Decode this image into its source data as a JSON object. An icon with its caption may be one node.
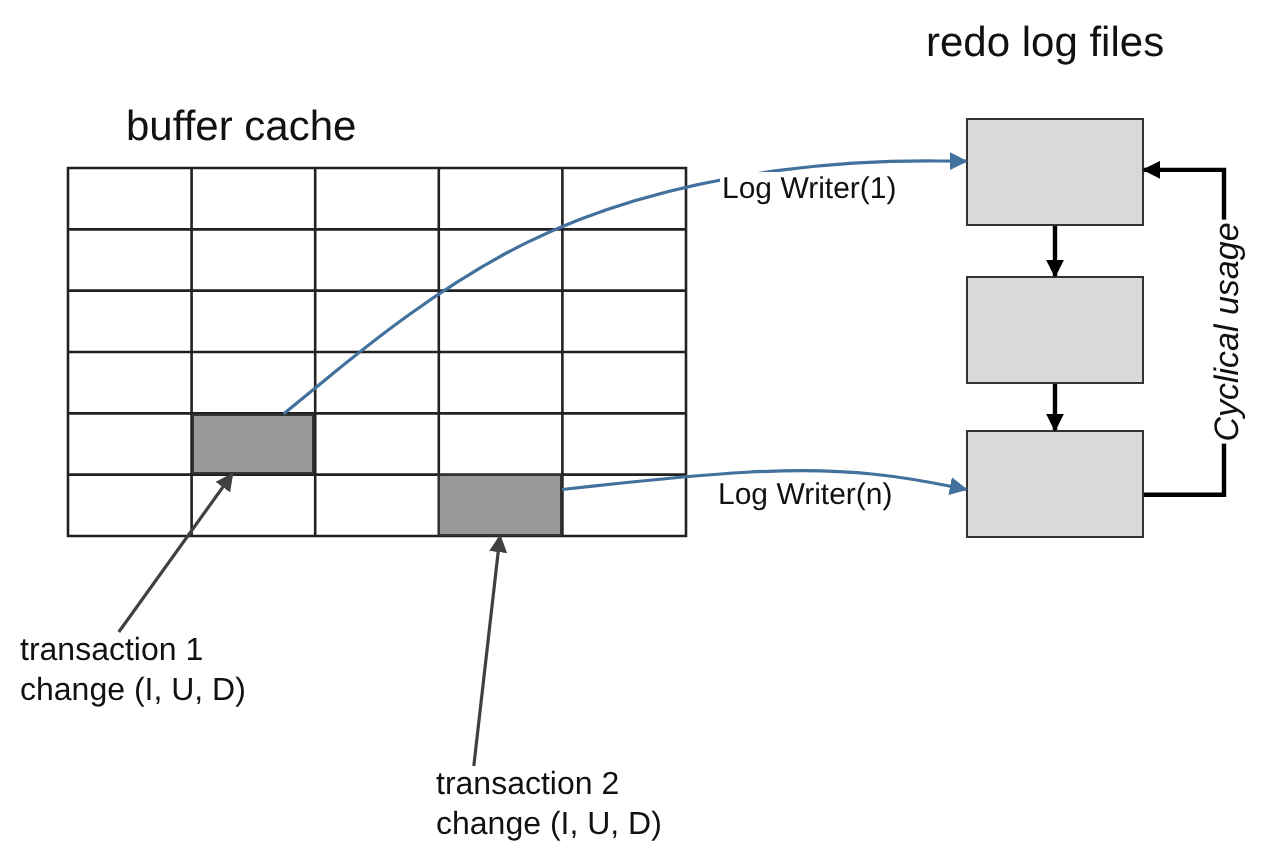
{
  "diagram": {
    "nodes": [
      {
        "text": [
          "buffer cache"
        ]
      },
      {
        "text": [],
        "shape": "box",
        "in": 0
      },
      {
        "text": [],
        "shape": "box",
        "in": 0
      },
      {
        "text": [],
        "shape": "box"
      },
      {
        "text": [],
        "shape": "box"
      },
      {
        "text": [],
        "shape": "box"
      },
      {
        "text": [
          "transaction 1 change (I, U, D)"
        ]
      },
      {
        "text": [
          "transaction 2 change (I, U, D)"
        ]
      }
    ],
    "edges": [
      {
        "from": 1,
        "to": 3,
        "arrow": "to",
        "label": "Log Writer(1)",
        "color": "#41719c"
      },
      {
        "from": 2,
        "to": 5,
        "arrow": "to",
        "label": "Log Writer(n)",
        "color": "#41719c"
      },
      {
        "from": 3,
        "to": 4,
        "arrow": "to"
      },
      {
        "from": 4,
        "to": 5,
        "arrow": "to"
      },
      {
        "from": 5,
        "to": 3,
        "arrow": "to",
        "label": "Cyclical usage"
      },
      {
        "from": 6,
        "to": 1,
        "arrow": "to",
        "color": "#404040"
      },
      {
        "from": 7,
        "to": 2,
        "arrow": "to",
        "color": "#404040"
      }
    ],
    "labels": [
      "redo log files"
    ]
  }
}
